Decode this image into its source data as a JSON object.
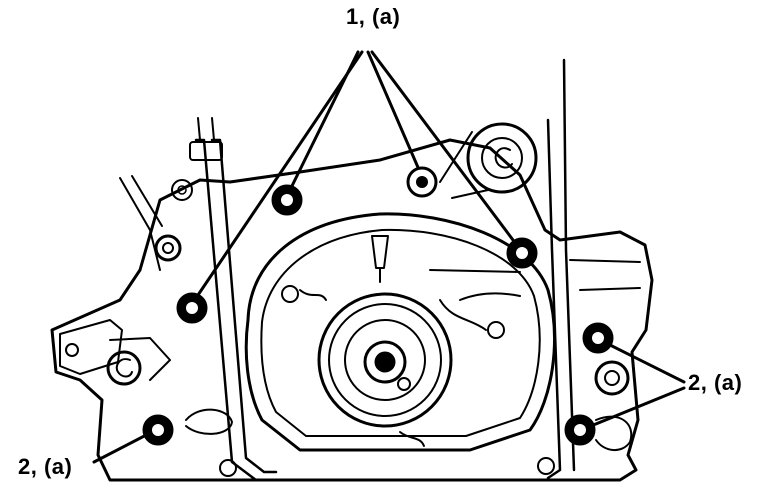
{
  "callouts": {
    "top": "1, (a)",
    "right": "2, (a)",
    "bottom_left": "2, (a)"
  },
  "colors": {
    "ink": "#000000",
    "paper": "#ffffff"
  }
}
